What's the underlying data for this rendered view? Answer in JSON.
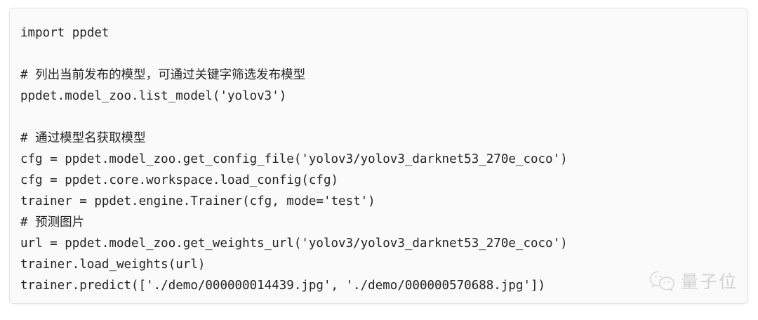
{
  "card": {
    "background_color": "#fafafa",
    "border_color": "#e3e3e3",
    "text_color": "#242424",
    "language": "python"
  },
  "code": {
    "lines": [
      "import ppdet",
      "",
      "# 列出当前发布的模型，可通过关键字筛选发布模型",
      "ppdet.model_zoo.list_model('yolov3')",
      "",
      "# 通过模型名获取模型",
      "cfg = ppdet.model_zoo.get_config_file('yolov3/yolov3_darknet53_270e_coco')",
      "cfg = ppdet.core.workspace.load_config(cfg)",
      "trainer = ppdet.engine.Trainer(cfg, mode='test')",
      "# 预测图片",
      "url = ppdet.model_zoo.get_weights_url('yolov3/yolov3_darknet53_270e_coco')",
      "trainer.load_weights(url)",
      "trainer.predict(['./demo/000000014439.jpg', './demo/000000570688.jpg'])"
    ]
  },
  "watermark": {
    "icon": "wechat-logo-icon",
    "text": "量子位",
    "color": "#b3b3b3"
  }
}
